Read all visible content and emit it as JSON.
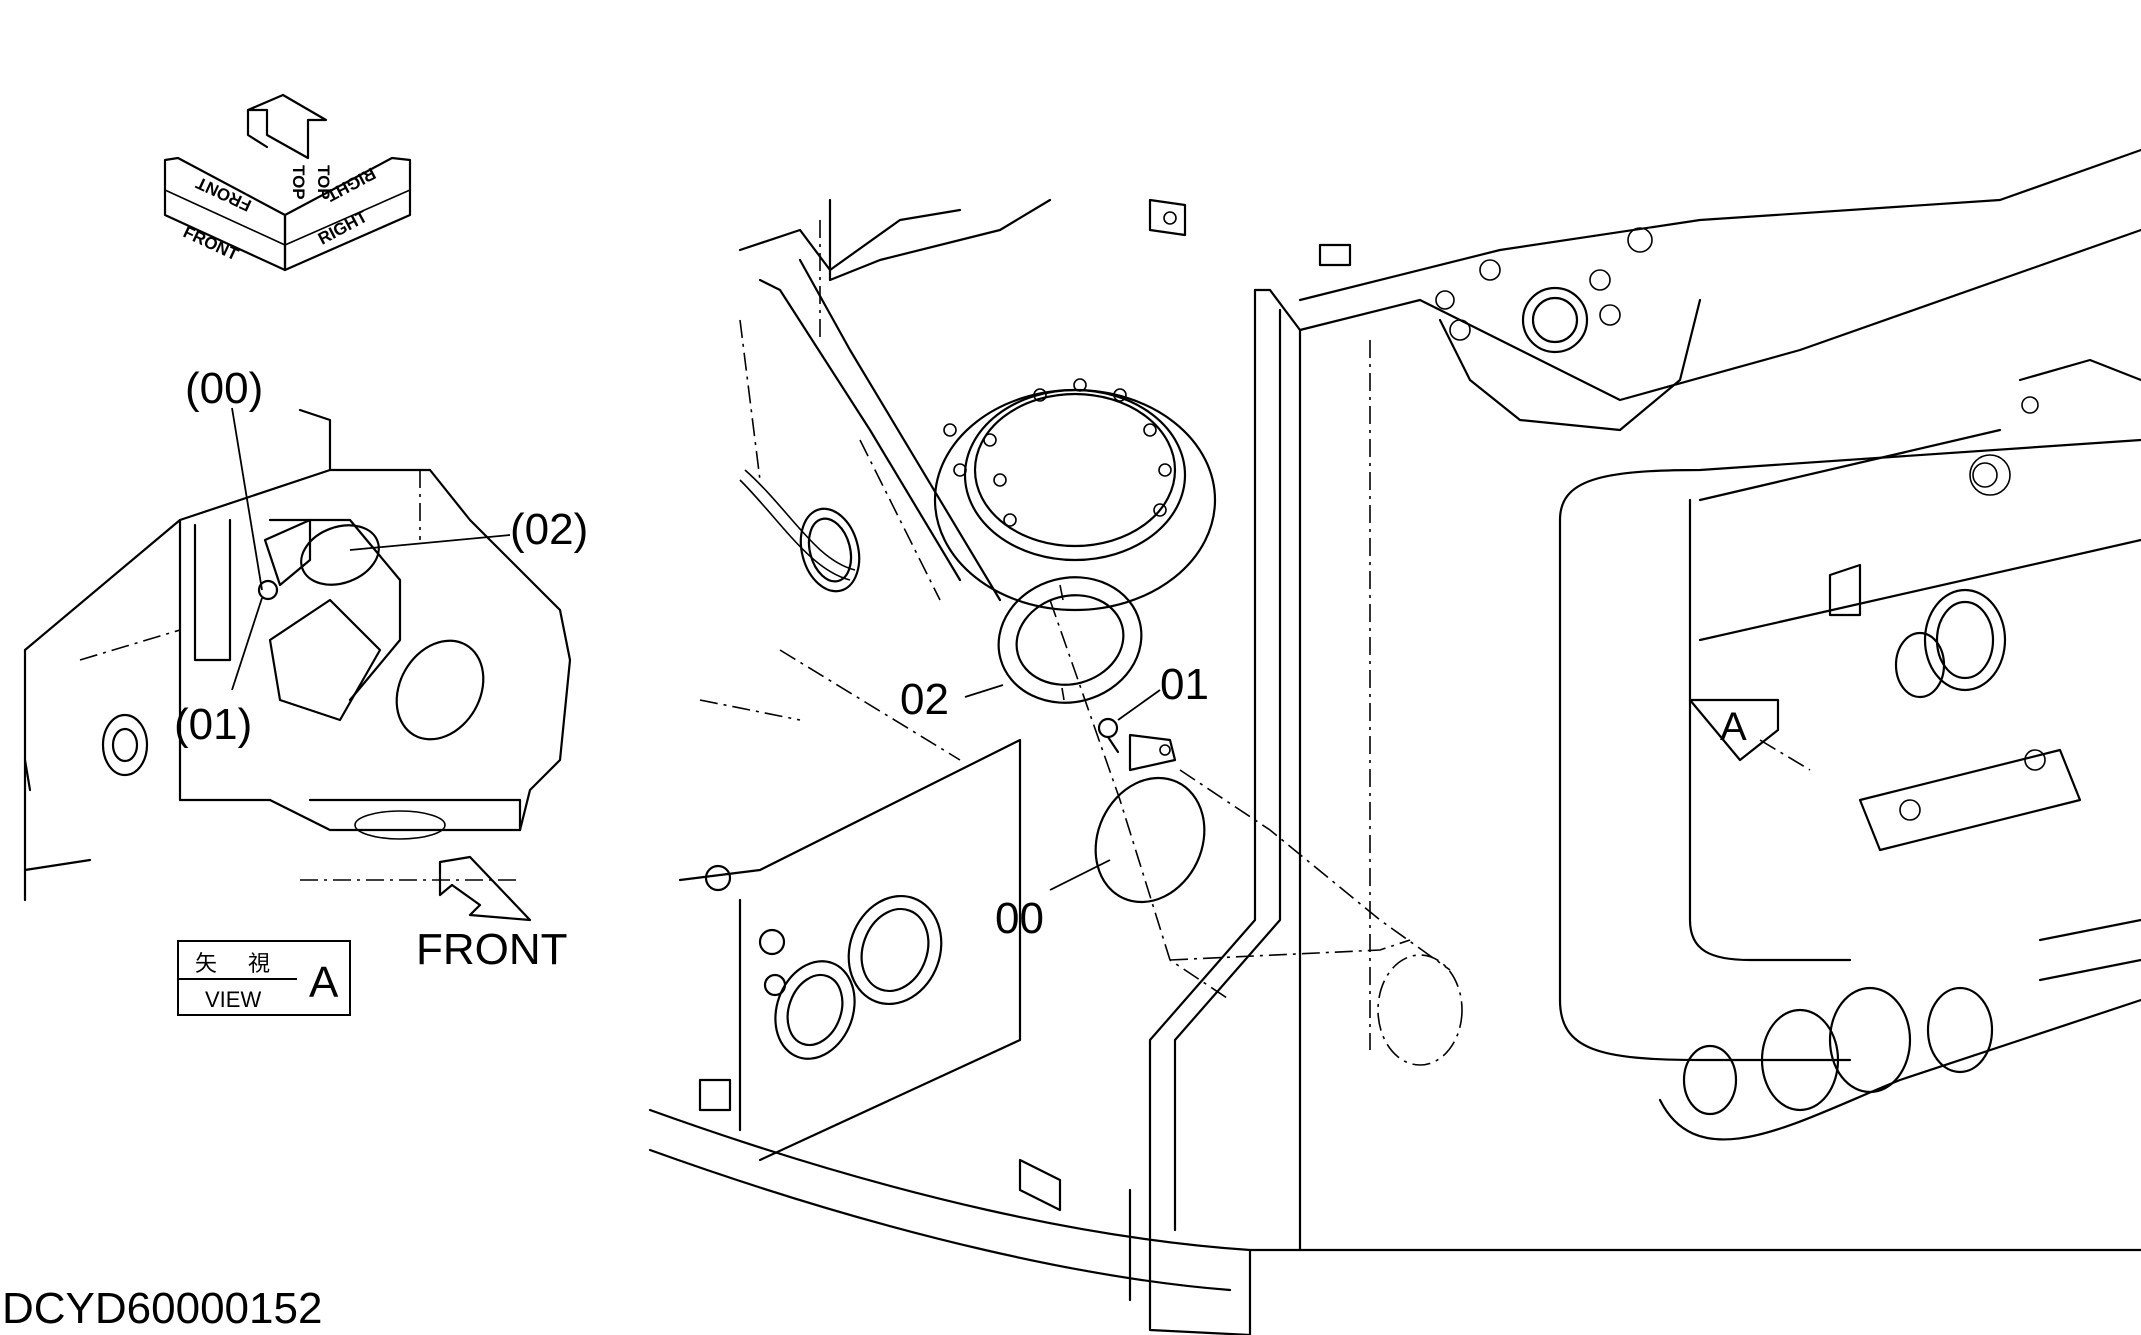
{
  "orientation": {
    "front": "FRONT",
    "top": "TOP",
    "right": "RIGHT"
  },
  "detail_view": {
    "callouts": [
      "(00)",
      "(01)",
      "(02)"
    ],
    "direction": "FRONT",
    "view_label_jp": "矢 視",
    "view_label_en": "VIEW",
    "view_letter": "A"
  },
  "main_view": {
    "callouts": [
      "00",
      "01",
      "02"
    ],
    "view_marker": "A"
  },
  "figure_id": "DCYD60000152"
}
